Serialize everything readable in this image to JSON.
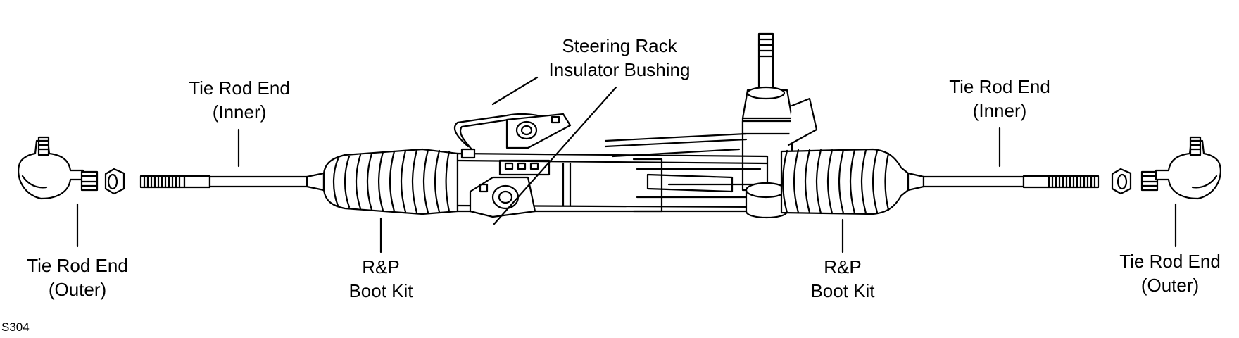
{
  "labels": {
    "steering_rack": {
      "line1": "Steering Rack",
      "line2": "Insulator Bushing"
    },
    "inner_left": {
      "line1": "Tie Rod End",
      "line2": "(Inner)"
    },
    "inner_right": {
      "line1": "Tie Rod End",
      "line2": "(Inner)"
    },
    "outer_left": {
      "line1": "Tie Rod End",
      "line2": "(Outer)"
    },
    "outer_right": {
      "line1": "Tie Rod End",
      "line2": "(Outer)"
    },
    "boot_left": {
      "line1": "R&P",
      "line2": "Boot Kit"
    },
    "boot_right": {
      "line1": "R&P",
      "line2": "Boot Kit"
    }
  },
  "figure_code": "S304"
}
